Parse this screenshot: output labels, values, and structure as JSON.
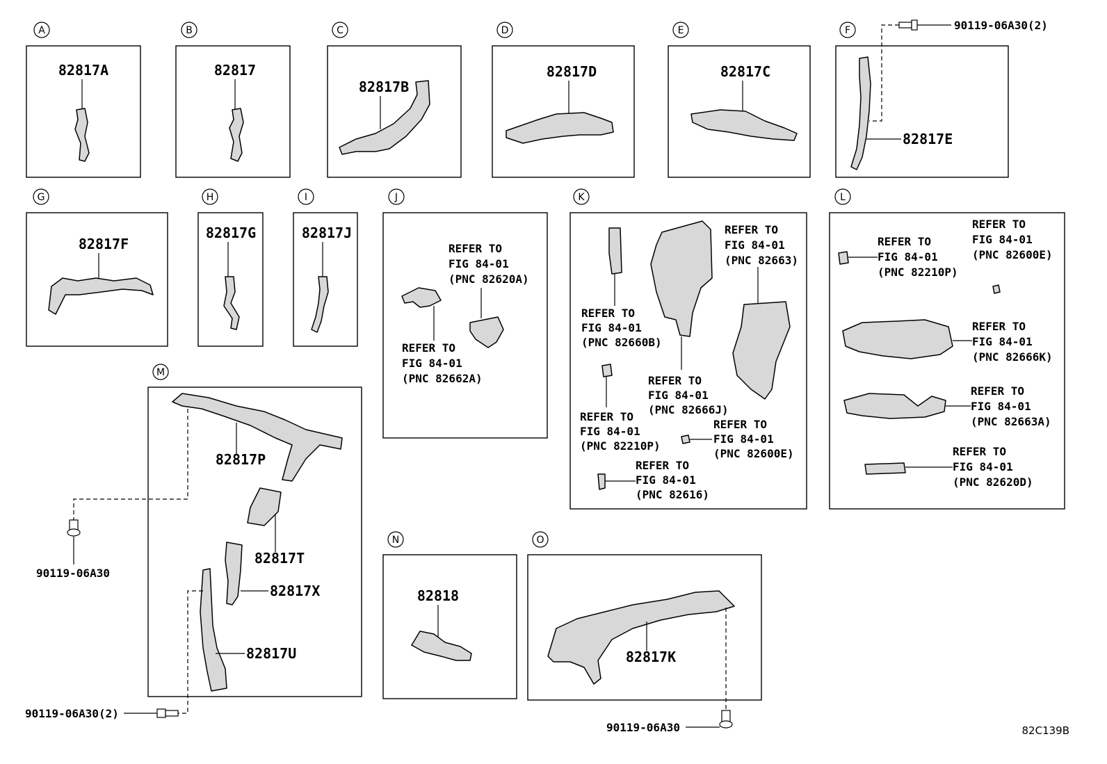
{
  "panels": {
    "A": {
      "letter": "A",
      "part": "82817A"
    },
    "B": {
      "letter": "B",
      "part": "82817"
    },
    "C": {
      "letter": "C",
      "part": "82817B"
    },
    "D": {
      "letter": "D",
      "part": "82817D"
    },
    "E": {
      "letter": "E",
      "part": "82817C"
    },
    "F": {
      "letter": "F",
      "part": "82817E",
      "bolt": "90119-06A30(2)"
    },
    "G": {
      "letter": "G",
      "part": "82817F"
    },
    "H": {
      "letter": "H",
      "part": "82817G"
    },
    "I": {
      "letter": "I",
      "part": "82817J"
    },
    "J": {
      "letter": "J",
      "refs": [
        {
          "l1": "REFER TO",
          "l2": "FIG 84-01",
          "l3": "(PNC 82620A)"
        },
        {
          "l1": "REFER TO",
          "l2": "FIG 84-01",
          "l3": "(PNC 82662A)"
        }
      ]
    },
    "K": {
      "letter": "K",
      "refs": [
        {
          "l1": "REFER TO",
          "l2": "FIG 84-01",
          "l3": "(PNC 82663)"
        },
        {
          "l1": "REFER TO",
          "l2": "FIG 84-01",
          "l3": "(PNC 82660B)"
        },
        {
          "l1": "REFER TO",
          "l2": "FIG 84-01",
          "l3": "(PNC 82666J)"
        },
        {
          "l1": "REFER TO",
          "l2": "FIG 84-01",
          "l3": "(PNC 82210P)"
        },
        {
          "l1": "REFER TO",
          "l2": "FIG 84-01",
          "l3": "(PNC 82600E)"
        },
        {
          "l1": "REFER TO",
          "l2": "FIG 84-01",
          "l3": "(PNC 82616)"
        }
      ]
    },
    "L": {
      "letter": "L",
      "refs": [
        {
          "l1": "REFER TO",
          "l2": "FIG 84-01",
          "l3": "(PNC 82210P)"
        },
        {
          "l1": "REFER TO",
          "l2": "FIG 84-01",
          "l3": "(PNC 82600E)"
        },
        {
          "l1": "REFER TO",
          "l2": "FIG 84-01",
          "l3": "(PNC 82666K)"
        },
        {
          "l1": "REFER TO",
          "l2": "FIG 84-01",
          "l3": "(PNC 82663A)"
        },
        {
          "l1": "REFER TO",
          "l2": "FIG 84-01",
          "l3": "(PNC 82620D)"
        }
      ]
    },
    "M": {
      "letter": "M",
      "parts": [
        "82817P",
        "82817T",
        "82817X",
        "82817U"
      ],
      "bolt1": "90119-06A30",
      "bolt2": "90119-06A30(2)"
    },
    "N": {
      "letter": "N",
      "part": "82818"
    },
    "O": {
      "letter": "O",
      "part": "82817K",
      "bolt": "90119-06A30"
    }
  },
  "figure_code": "82C139B"
}
